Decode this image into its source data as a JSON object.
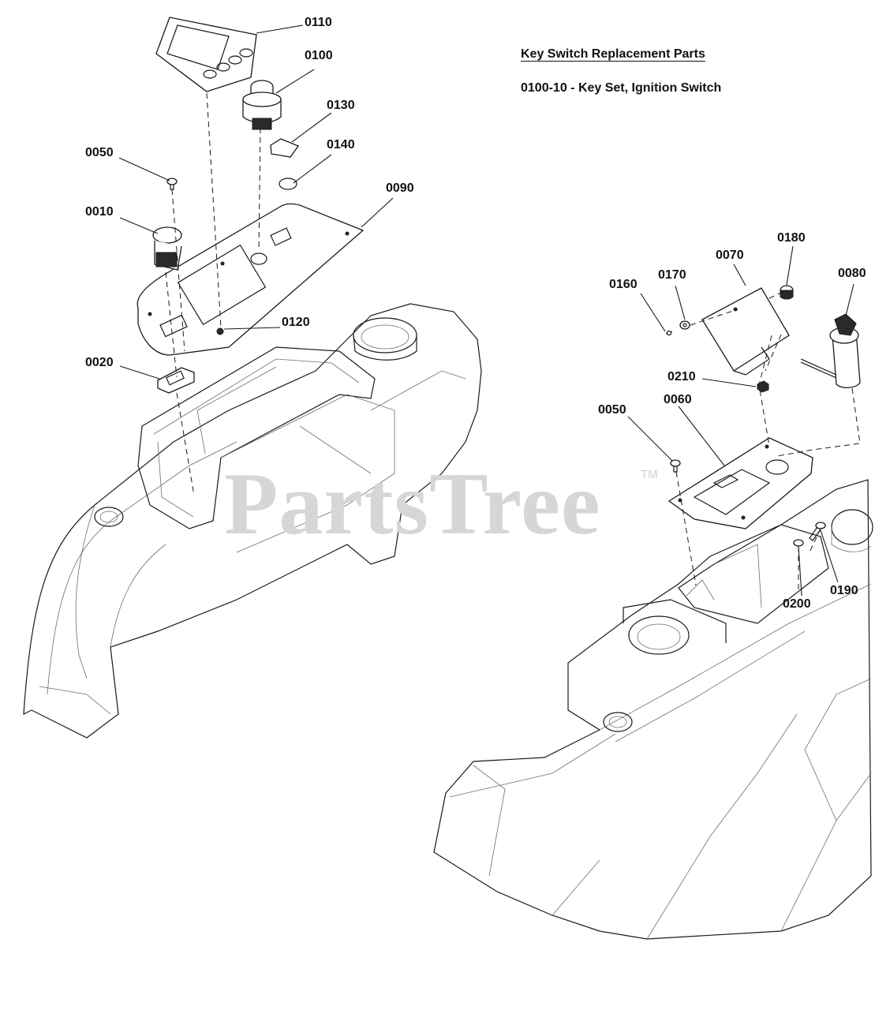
{
  "header": {
    "title": "Key Switch Replacement Parts",
    "key_set_line": "0100-10 - Key Set, Ignition Switch"
  },
  "watermark": {
    "brand": "PartsTree",
    "trademark": "TM"
  },
  "callouts": {
    "c0110": "0110",
    "c0100": "0100",
    "c0130": "0130",
    "c0140": "0140",
    "c0050_left": "0050",
    "c0090": "0090",
    "c0010": "0010",
    "c0120": "0120",
    "c0020": "0020",
    "c0180": "0180",
    "c0070": "0070",
    "c0170": "0170",
    "c0160": "0160",
    "c0080": "0080",
    "c0210": "0210",
    "c0050_right": "0050",
    "c0060": "0060",
    "c0190": "0190",
    "c0200": "0200"
  },
  "colors": {
    "ink": "#1a1a1a",
    "watermark": "#d6d6d6",
    "background": "#ffffff"
  }
}
